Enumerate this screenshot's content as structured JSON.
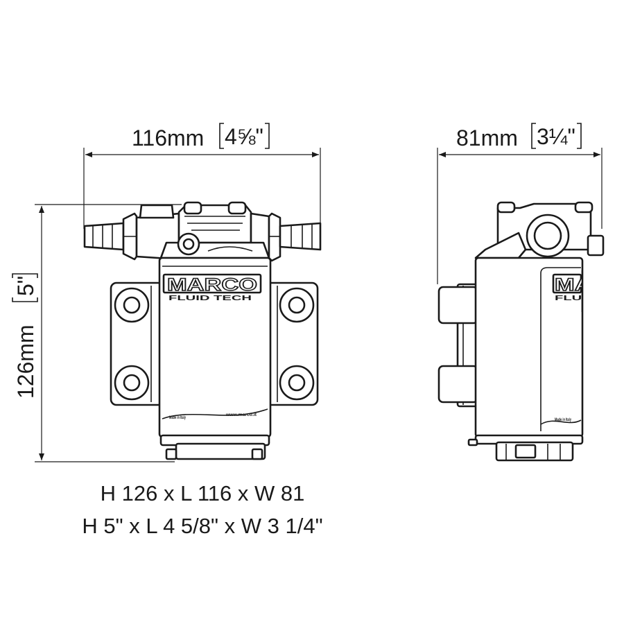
{
  "dimensions": {
    "length": {
      "metric": "116mm",
      "imperial": "4⅝\""
    },
    "width": {
      "metric": "81mm",
      "imperial": "3¼\""
    },
    "height": {
      "metric": "126mm",
      "imperial": "5\""
    }
  },
  "branding": {
    "logo": "MARCO",
    "sub": "FLUID TECH",
    "made_in": "Made in Italy",
    "web": "www.marco.it"
  },
  "caption": {
    "metric_line": "H 126 x L 116 x W 81",
    "imperial_line": "H 5\" x L 4 5/8\" x W 3 1/4\""
  }
}
